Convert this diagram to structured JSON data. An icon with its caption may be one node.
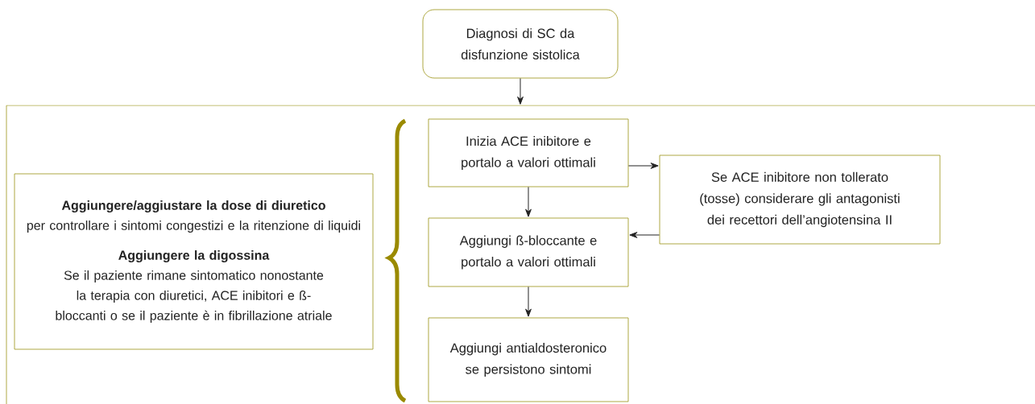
{
  "diagram": {
    "nodes": [
      {
        "text": [
          "Diagnosi di SC da disfunzione sistolica"
        ]
      },
      {
        "text": [],
        "shape": "box"
      },
      {
        "text": [
          "Aggiungere/aggiustare la dose di diuretico",
          "per controllare i sintomi congestizi e la ritenzione di liquidi",
          "Aggiungere la digossina",
          "Se il paziente rimane sintomatico nonostante la terapia con diuretici, ACE inibitori e ß-bloccanti o se il paziente è in fibrillazione atriale"
        ],
        "in": 1
      },
      {
        "text": [
          "Inizia ACE inibitore e portalo a valori ottimali"
        ],
        "in": 1
      },
      {
        "text": [
          "Se ACE inibitore non tollerato (tosse) considerare gli antagonisti dei recettori dell’angiotensina II"
        ],
        "in": 1
      },
      {
        "text": [
          "Aggiungi ß-bloccante e portalo a valori ottimali"
        ],
        "in": 1
      },
      {
        "text": [
          "Aggiungi antialdosteronico se persistono sintomi"
        ],
        "in": 1
      }
    ],
    "edges": [
      {
        "from": 0,
        "to": 1,
        "arrow": "to"
      },
      {
        "from": 3,
        "to": 4,
        "arrow": "to"
      },
      {
        "from": 3,
        "to": 5,
        "arrow": "to"
      },
      {
        "from": 4,
        "to": 5,
        "arrow": "to"
      },
      {
        "from": 5,
        "to": 6,
        "arrow": "to"
      }
    ]
  }
}
